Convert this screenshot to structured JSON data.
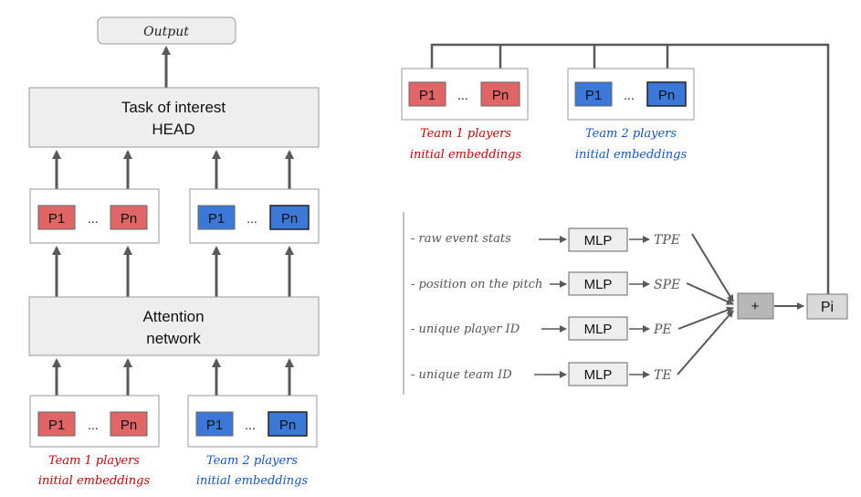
{
  "left": {
    "output_label": "Output",
    "head_line1": "Task of interest",
    "head_line2": "HEAD",
    "attention_line1": "Attention",
    "attention_line2": "network",
    "player_first": "P1",
    "player_last": "Pn",
    "ellipsis": "...",
    "team1_caption_line1": "Team 1 players",
    "team1_caption_line2": "initial embeddings",
    "team2_caption_line1": "Team 2 players",
    "team2_caption_line2": "initial embeddings"
  },
  "right": {
    "player_first": "P1",
    "player_last": "Pn",
    "ellipsis": "...",
    "team1_caption_line1": "Team 1 players",
    "team1_caption_line2": "initial embeddings",
    "team2_caption_line1": "Team 2 players",
    "team2_caption_line2": "initial embeddings",
    "inputs": [
      {
        "text": "- raw event stats",
        "mlp": "MLP",
        "output": "TPE"
      },
      {
        "text": "- position on the pitch",
        "mlp": "MLP",
        "output": "SPE"
      },
      {
        "text": "- unique player ID",
        "mlp": "MLP",
        "output": "PE"
      },
      {
        "text": "- unique team ID",
        "mlp": "MLP",
        "output": "TE"
      }
    ],
    "sum_label": "+",
    "pi_label": "Pi"
  },
  "colors": {
    "team1": "#e06666",
    "team1_text": "#cc0000",
    "team2": "#3c78d8",
    "team2_text": "#1155cc",
    "box_fill": "#eeeeee",
    "arrow": "#595959",
    "sum_fill": "#b7b7b7"
  }
}
